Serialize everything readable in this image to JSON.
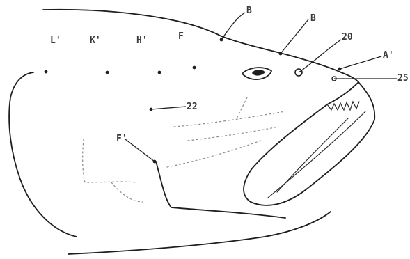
{
  "labels": {
    "top_a": "B",
    "top_b": "B",
    "nostril": "20",
    "snout_tip": "A'",
    "upper_jaw": "25",
    "cheek_1": "L'",
    "cheek_2": "K'",
    "cheek_3": "H'",
    "cheek_4": "F",
    "operculum": "22",
    "preoperculum": "F'"
  }
}
